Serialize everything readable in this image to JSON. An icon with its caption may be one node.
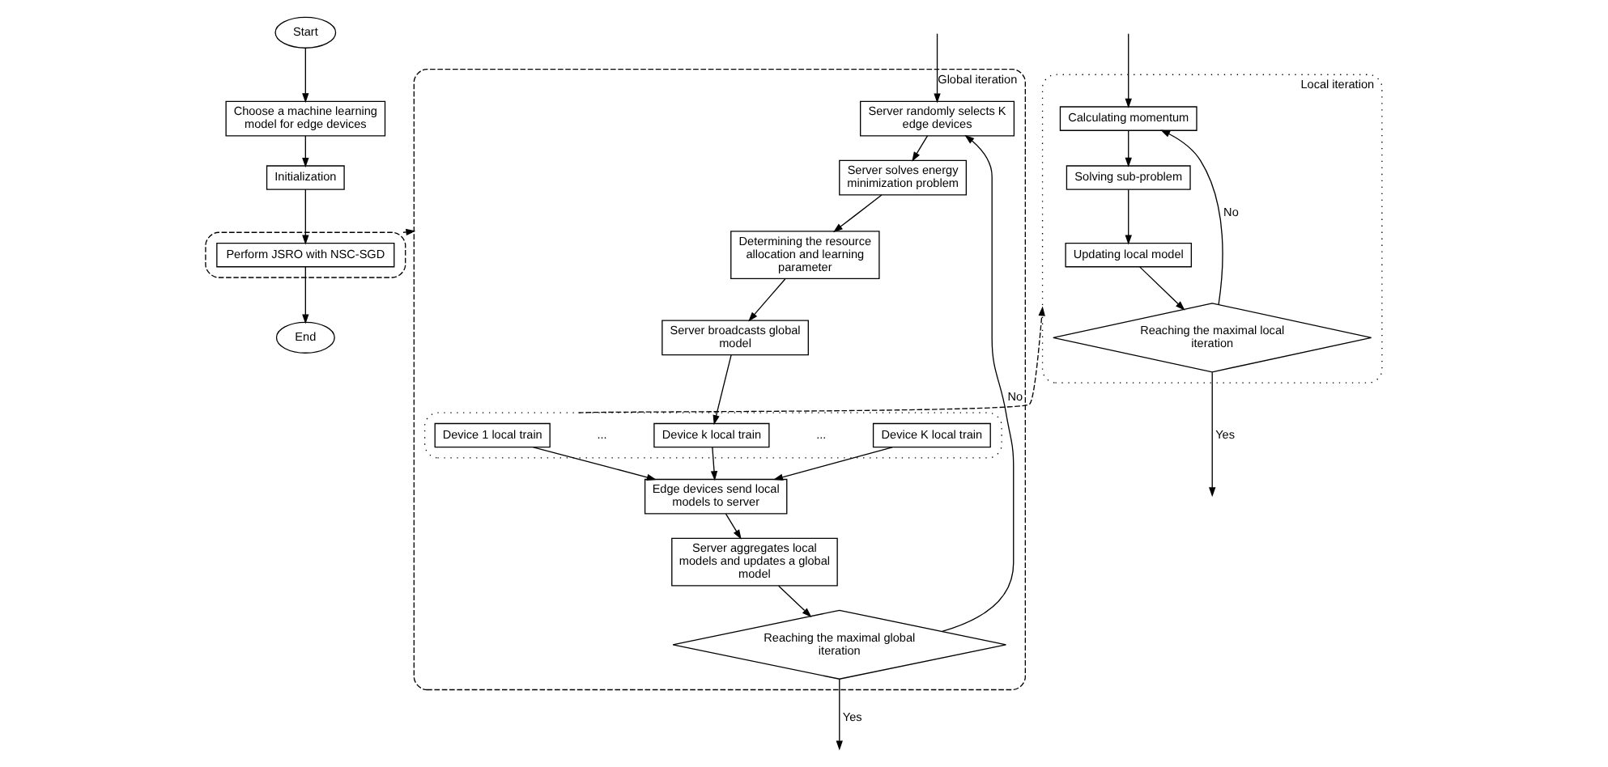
{
  "diagram": {
    "nodes": [
      {
        "text": [
          "Start"
        ]
      },
      {
        "text": [
          "Choose a machine learning model for edge devices"
        ]
      },
      {
        "text": [
          "Initialization"
        ]
      },
      {
        "text": [],
        "shape": "box"
      },
      {
        "text": [
          "Perform JSRO with NSC-SGD"
        ],
        "in": 3
      },
      {
        "text": [
          "End"
        ]
      },
      {
        "text": [
          "Global iteration"
        ]
      },
      {
        "text": [
          "Server randomly selects K edge devices"
        ],
        "in": 6
      },
      {
        "text": [
          "Server solves energy minimization problem"
        ],
        "in": 6
      },
      {
        "text": [
          "Determining the resource allocation and learning parameter"
        ],
        "in": 6
      },
      {
        "text": [
          "Server broadcasts global model"
        ],
        "in": 6
      },
      {
        "text": [],
        "shape": "box",
        "in": 6
      },
      {
        "text": [
          "Device 1 local train"
        ],
        "in": 11
      },
      {
        "text": [
          "Device k local train"
        ],
        "in": 11
      },
      {
        "text": [
          "Device K local train"
        ],
        "in": 11
      },
      {
        "text": [
          "Edge devices send local models to server"
        ],
        "in": 6
      },
      {
        "text": [
          "Server aggregates local models and updates a global model"
        ],
        "in": 6
      },
      {
        "text": [
          "Reaching the maximal global iteration"
        ],
        "in": 6
      },
      {
        "text": [
          "Local iteration"
        ]
      },
      {
        "text": [
          "Calculating momentum"
        ],
        "in": 18
      },
      {
        "text": [
          "Solving sub-problem"
        ],
        "in": 18
      },
      {
        "text": [
          "Updating local model"
        ],
        "in": 18
      },
      {
        "text": [
          "Reaching the maximal local iteration"
        ],
        "in": 18
      }
    ],
    "edges": [
      {
        "from": 0,
        "to": 1,
        "arrow": "to"
      },
      {
        "from": 1,
        "to": 2,
        "arrow": "to"
      },
      {
        "from": 2,
        "to": 4,
        "arrow": "to"
      },
      {
        "from": 4,
        "to": 5,
        "arrow": "to"
      },
      {
        "from": 3,
        "to": 6,
        "arrow": "to",
        "style": "dashed"
      },
      {
        "from": null,
        "to": 7,
        "arrow": "to"
      },
      {
        "from": 7,
        "to": 8,
        "arrow": "to"
      },
      {
        "from": 8,
        "to": 9,
        "arrow": "to"
      },
      {
        "from": 9,
        "to": 10,
        "arrow": "to"
      },
      {
        "from": 10,
        "to": 13,
        "arrow": "to"
      },
      {
        "from": 12,
        "to": 15,
        "arrow": "to"
      },
      {
        "from": 13,
        "to": 15,
        "arrow": "to"
      },
      {
        "from": 14,
        "to": 15,
        "arrow": "to"
      },
      {
        "from": 15,
        "to": 16,
        "arrow": "to"
      },
      {
        "from": 16,
        "to": 17,
        "arrow": "to"
      },
      {
        "from": 17,
        "to": 7,
        "arrow": "to",
        "label": "No"
      },
      {
        "from": 17,
        "to": null,
        "arrow": "to",
        "label": "Yes"
      },
      {
        "from": 11,
        "to": 18,
        "arrow": "to",
        "style": "dashed"
      },
      {
        "from": null,
        "to": 19,
        "arrow": "to"
      },
      {
        "from": 19,
        "to": 20,
        "arrow": "to"
      },
      {
        "from": 20,
        "to": 21,
        "arrow": "to"
      },
      {
        "from": 21,
        "to": 22,
        "arrow": "to"
      },
      {
        "from": 22,
        "to": 19,
        "arrow": "to",
        "label": "No"
      },
      {
        "from": 22,
        "to": null,
        "arrow": "to",
        "label": "Yes"
      }
    ],
    "labels": [
      "...",
      "..."
    ]
  }
}
